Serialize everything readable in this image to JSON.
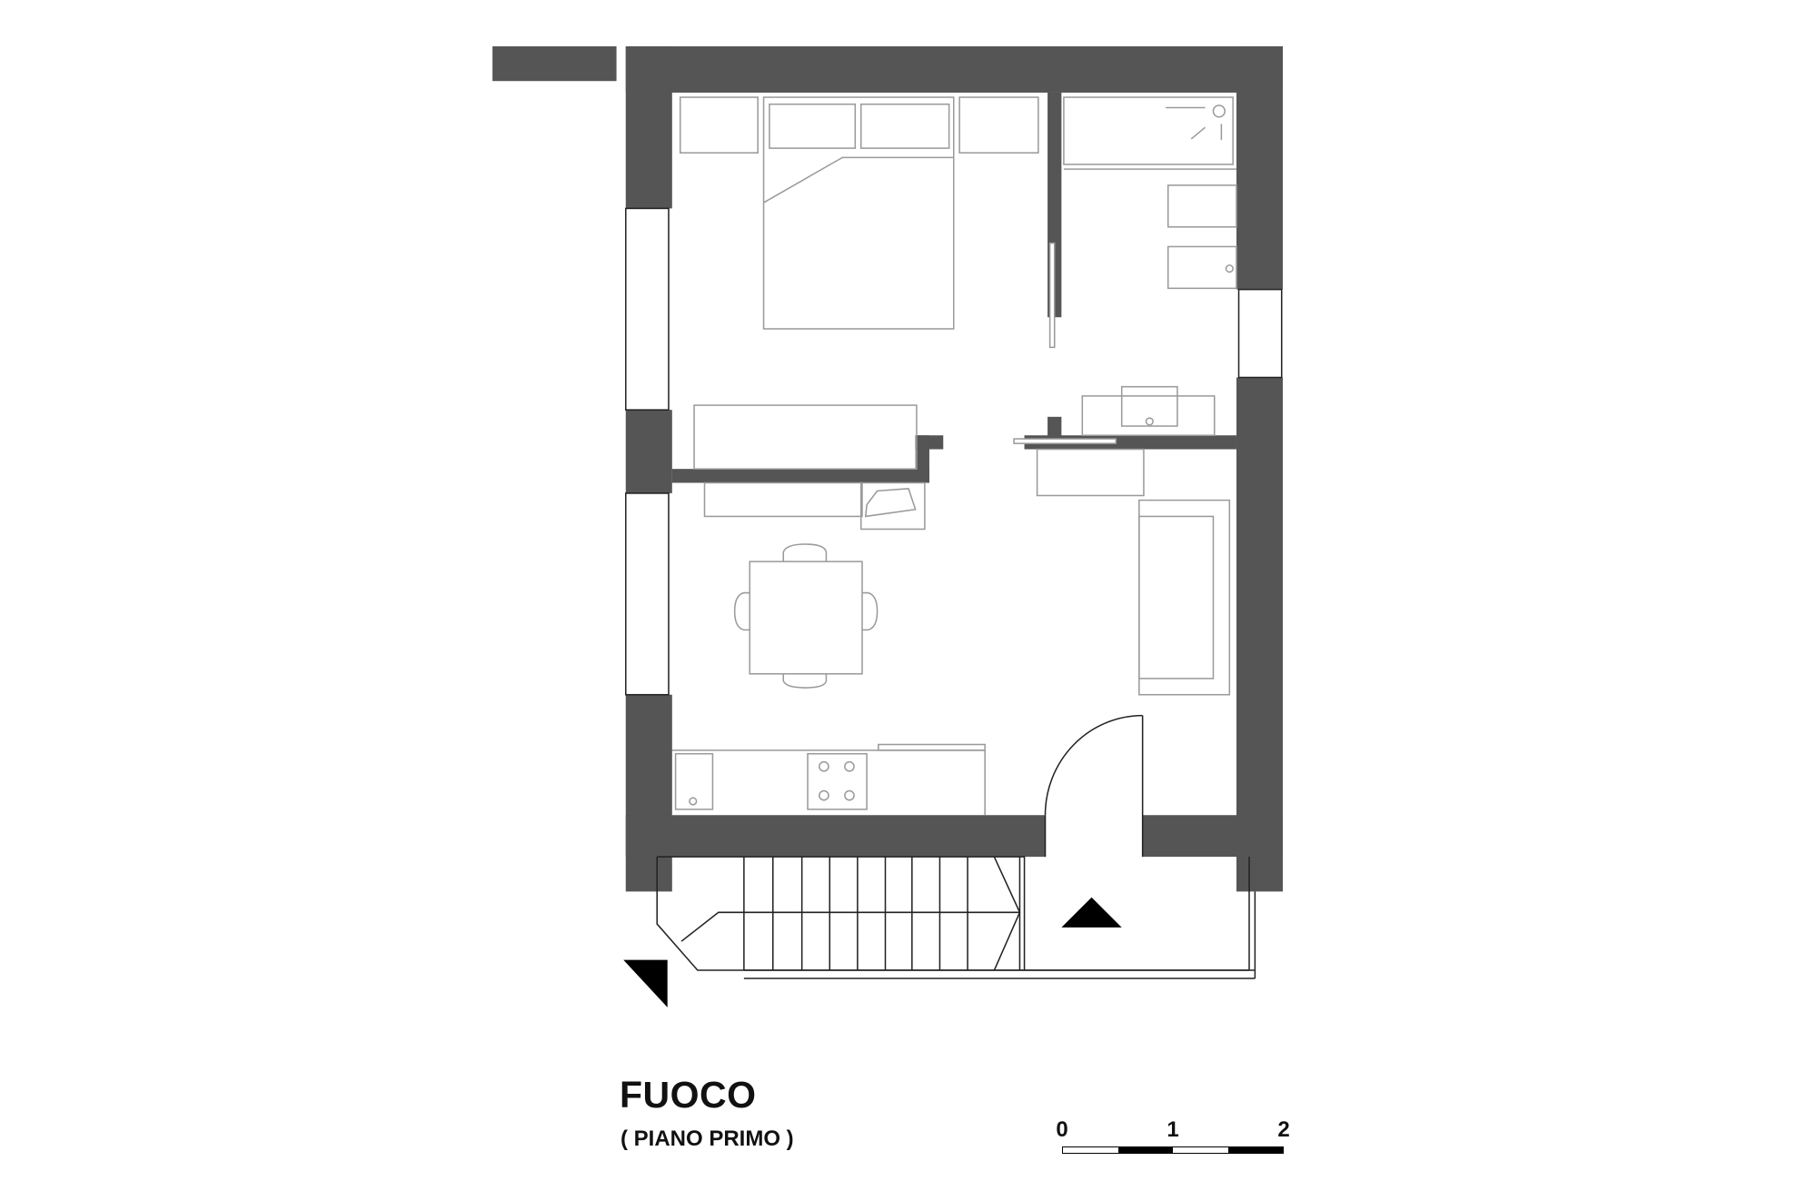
{
  "drawing": {
    "title": "FUOCO",
    "subtitle": "( PIANO PRIMO )",
    "wall_color": "#555555",
    "furniture_color": "#9a9a9a"
  },
  "scale_bar": {
    "labels": [
      "0",
      "1",
      "2"
    ],
    "unit": "m",
    "segments": [
      "white",
      "black",
      "white",
      "black"
    ]
  },
  "rooms": [
    {
      "name": "bedroom",
      "furniture": [
        "double-bed",
        "nightstand-left",
        "nightstand-right",
        "pillows",
        "wardrobe"
      ]
    },
    {
      "name": "bathroom",
      "furniture": [
        "shower-tray",
        "toilet",
        "bidet",
        "washbasin"
      ]
    },
    {
      "name": "living-kitchen",
      "furniture": [
        "dining-table",
        "chairs-4",
        "sofa",
        "kitchen-counter",
        "cooktop-4-burners",
        "sink",
        "desk",
        "desk-chair"
      ]
    },
    {
      "name": "stair-landing",
      "furniture": [
        "stair-flight",
        "entry-door"
      ]
    }
  ],
  "symbols": {
    "north_arrow": "triangle-down-right",
    "section_marker": "triangle-up"
  }
}
